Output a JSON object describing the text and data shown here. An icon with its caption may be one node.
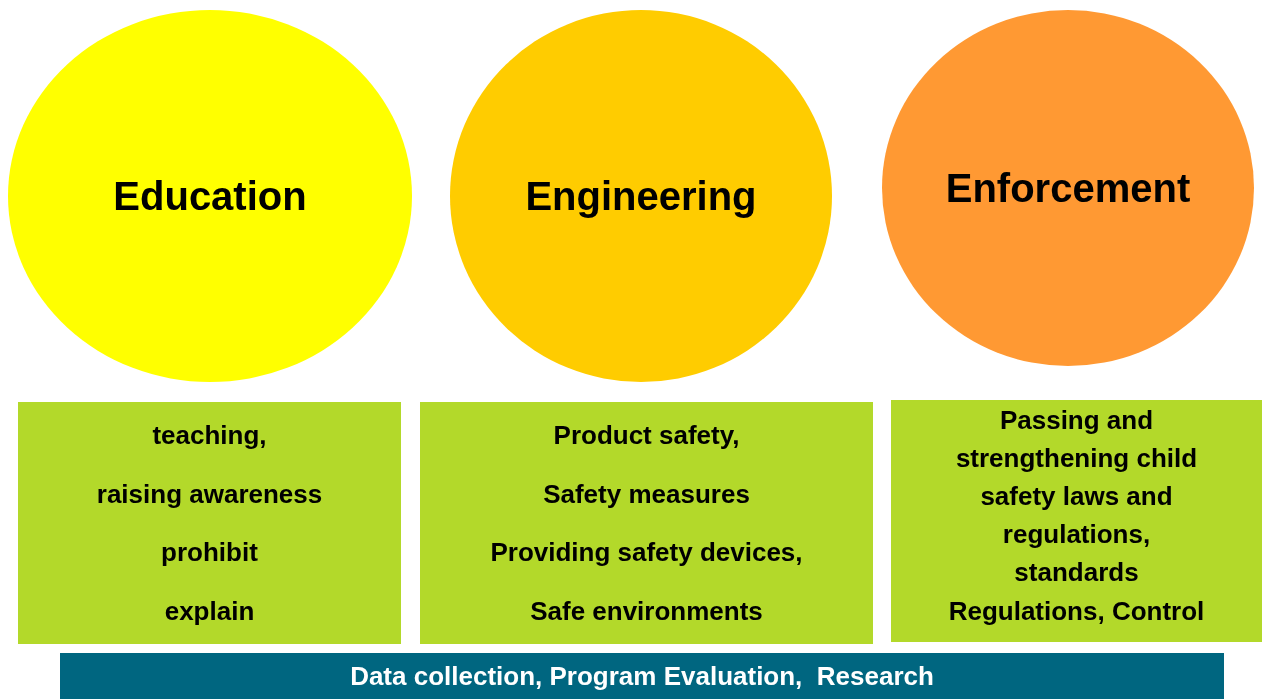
{
  "diagram": {
    "nodes": [
      {
        "text": [
          "Education"
        ]
      },
      {
        "text": [
          "Engineering"
        ]
      },
      {
        "text": [
          "Enforcement"
        ]
      },
      {
        "text": [
          "teaching,",
          "raising awareness",
          "prohibit",
          "explain"
        ]
      },
      {
        "text": [
          "Product safety,",
          "Safety measures",
          "Providing safety devices,",
          "Safe environments"
        ]
      },
      {
        "text": [
          "Passing and strengthening child safety laws and regulations, standards",
          "Regulations, Control"
        ]
      },
      {
        "text": [
          "Data collection, Program Evaluation,  Research"
        ]
      }
    ]
  }
}
